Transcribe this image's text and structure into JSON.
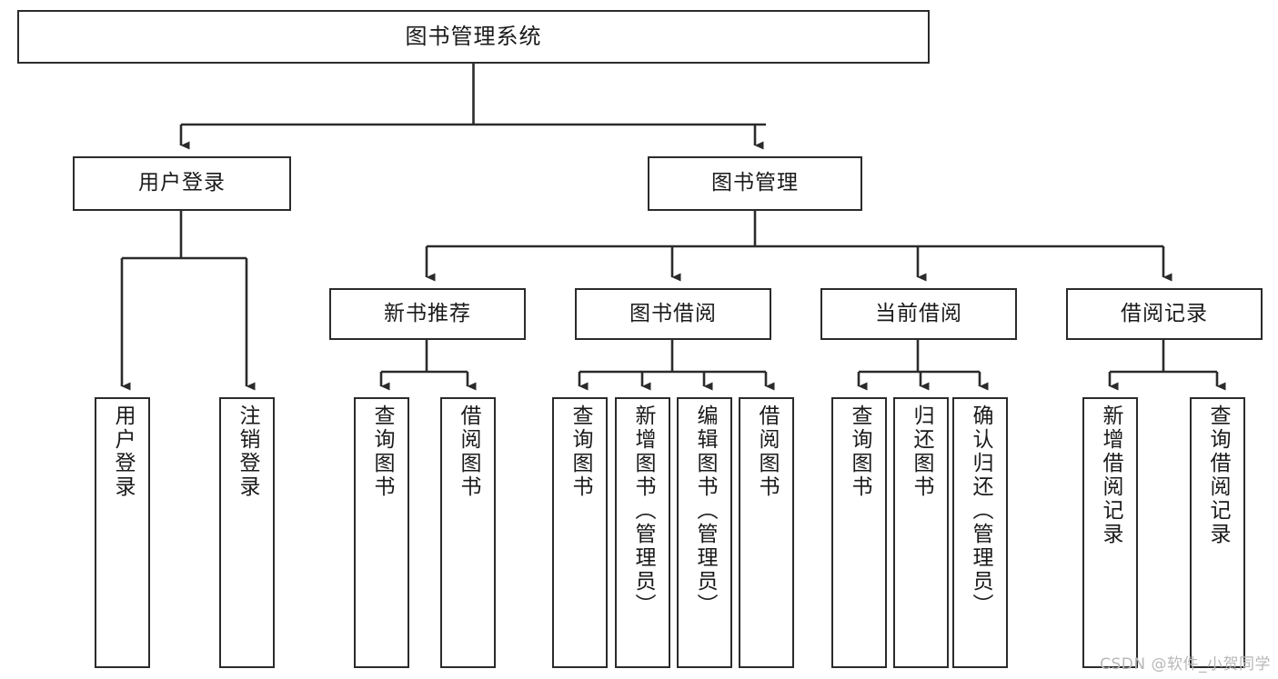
{
  "diagram": {
    "title": "图书管理系统",
    "type": "tree-hierarchy-diagram",
    "watermark": "CSDN @软件_小贺同学",
    "colors": {
      "box_border": "#2b2b2b",
      "box_fill": "#ffffff",
      "edge": "#2b2b2b",
      "text": "#1a1a1a",
      "watermark": "#b8b8b8"
    },
    "nodes": {
      "root": {
        "label": "图书管理系统"
      },
      "level2": [
        {
          "id": "user-login",
          "label": "用户登录"
        },
        {
          "id": "book-management",
          "label": "图书管理"
        }
      ],
      "level3": [
        {
          "id": "new-book-recommend",
          "label": "新书推荐"
        },
        {
          "id": "book-borrow",
          "label": "图书借阅"
        },
        {
          "id": "current-borrow",
          "label": "当前借阅"
        },
        {
          "id": "borrow-record",
          "label": "借阅记录"
        }
      ],
      "leaves": {
        "user_login": [
          {
            "id": "leaf-user-login",
            "label": "用户登录"
          },
          {
            "id": "leaf-logout-login",
            "label": "注销登录"
          }
        ],
        "new_book_recommend": [
          {
            "id": "leaf-query-book-1",
            "label": "查询图书"
          },
          {
            "id": "leaf-borrow-book-1",
            "label": "借阅图书"
          }
        ],
        "book_borrow": [
          {
            "id": "leaf-query-book-2",
            "label": "查询图书"
          },
          {
            "id": "leaf-add-book",
            "label": "新增图书（管理员）"
          },
          {
            "id": "leaf-edit-book",
            "label": "编辑图书（管理员）"
          },
          {
            "id": "leaf-borrow-book-2",
            "label": "借阅图书"
          }
        ],
        "current_borrow": [
          {
            "id": "leaf-query-book-3",
            "label": "查询图书"
          },
          {
            "id": "leaf-return-book",
            "label": "归还图书"
          },
          {
            "id": "leaf-confirm-return",
            "label": "确认归还（管理员）"
          }
        ],
        "borrow_record": [
          {
            "id": "leaf-add-record",
            "label": "新增借阅记录"
          },
          {
            "id": "leaf-query-record",
            "label": "查询借阅记录"
          }
        ]
      }
    }
  }
}
